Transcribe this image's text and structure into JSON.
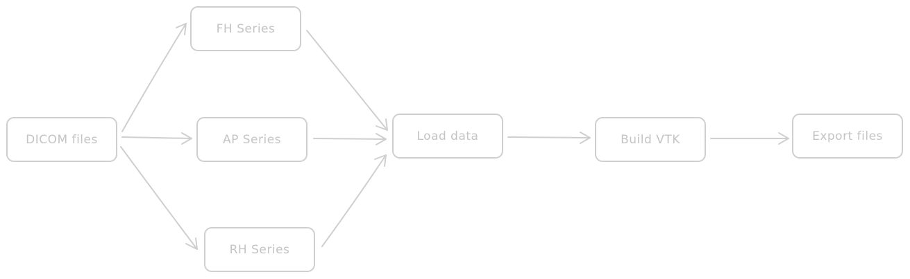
{
  "diagram": {
    "nodes": {
      "dicom": "DICOM files",
      "fh": "FH Series",
      "ap": "AP Series",
      "rh": "RH Series",
      "load": "Load data",
      "build": "Build VTK",
      "export": "Export files"
    },
    "edges": [
      {
        "from": "dicom",
        "to": "fh"
      },
      {
        "from": "dicom",
        "to": "ap"
      },
      {
        "from": "dicom",
        "to": "rh"
      },
      {
        "from": "fh",
        "to": "load"
      },
      {
        "from": "ap",
        "to": "load"
      },
      {
        "from": "rh",
        "to": "load"
      },
      {
        "from": "load",
        "to": "build"
      },
      {
        "from": "build",
        "to": "export"
      }
    ],
    "colors": {
      "stroke": "#cfcfcf",
      "text": "#c4c4c4",
      "background": "#ffffff"
    }
  }
}
